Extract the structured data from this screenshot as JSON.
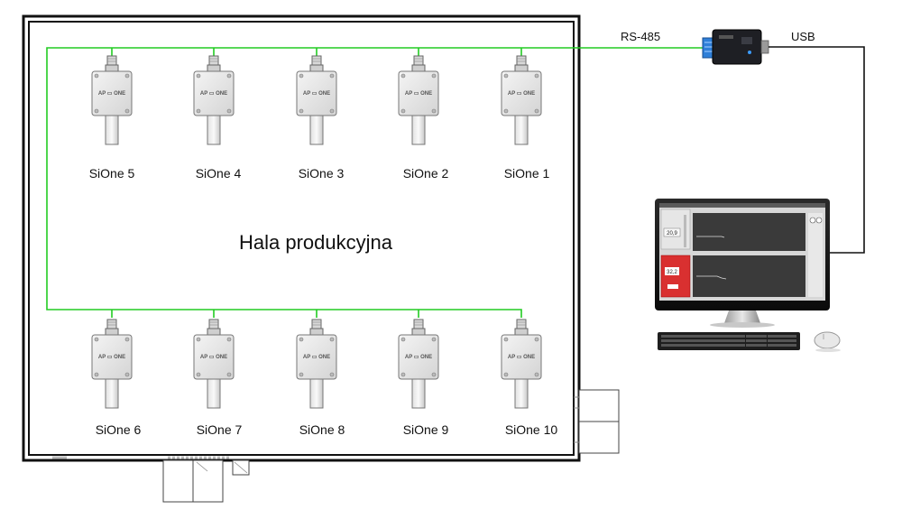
{
  "hall": {
    "label": "Hala produkcyjna"
  },
  "connections": {
    "rs485_label": "RS-485",
    "usb_label": "USB"
  },
  "sensors_top": [
    {
      "label": "SiOne 5"
    },
    {
      "label": "SiOne 4"
    },
    {
      "label": "SiOne 3"
    },
    {
      "label": "SiOne 2"
    },
    {
      "label": "SiOne 1"
    }
  ],
  "sensors_bottom": [
    {
      "label": "SiOne 6"
    },
    {
      "label": "SiOne 7"
    },
    {
      "label": "SiOne 8"
    },
    {
      "label": "SiOne 9"
    },
    {
      "label": "SiOne 10"
    }
  ],
  "sensor_logo": {
    "left": "AP",
    "right": "ONE"
  },
  "monitor_screen": {
    "readout_top": "20,9",
    "readout_bottom": "32,2"
  },
  "colors": {
    "bus_line": "#22cc22",
    "wall": "#111111",
    "alarm": "#d93030"
  }
}
